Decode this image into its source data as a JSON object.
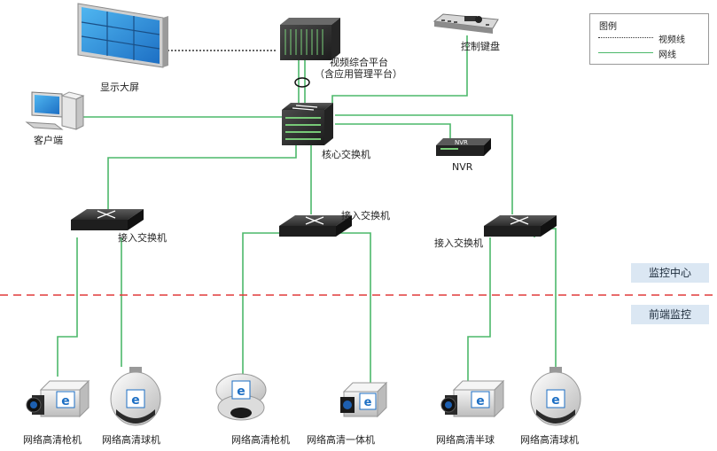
{
  "legend": {
    "title": "图例",
    "video_line": "视频线",
    "network_line": "网线"
  },
  "colors": {
    "network_line": "#4cb86a",
    "video_line": "#333333",
    "separator": "#e03a3a",
    "zone_bg": "#dbe7f3"
  },
  "zones": {
    "center": "监控中心",
    "front": "前端监控"
  },
  "devices": {
    "display_wall": "显示大屏",
    "video_platform_line1": "视频综合平台",
    "video_platform_line2": "（含应用管理平台）",
    "control_keyboard": "控制键盘",
    "client": "客户端",
    "core_switch": "核心交换机",
    "nvr": "NVR",
    "nvr_badge": "NVR",
    "access_switch_left": "接入交换机",
    "access_switch_mid": "接入交换机",
    "access_switch_right": "接入交换机"
  },
  "cameras": [
    "网络高清枪机",
    "网络高清球机",
    "网络高清枪机",
    "网络高清一体机",
    "网络高清半球",
    "网络高清球机"
  ]
}
